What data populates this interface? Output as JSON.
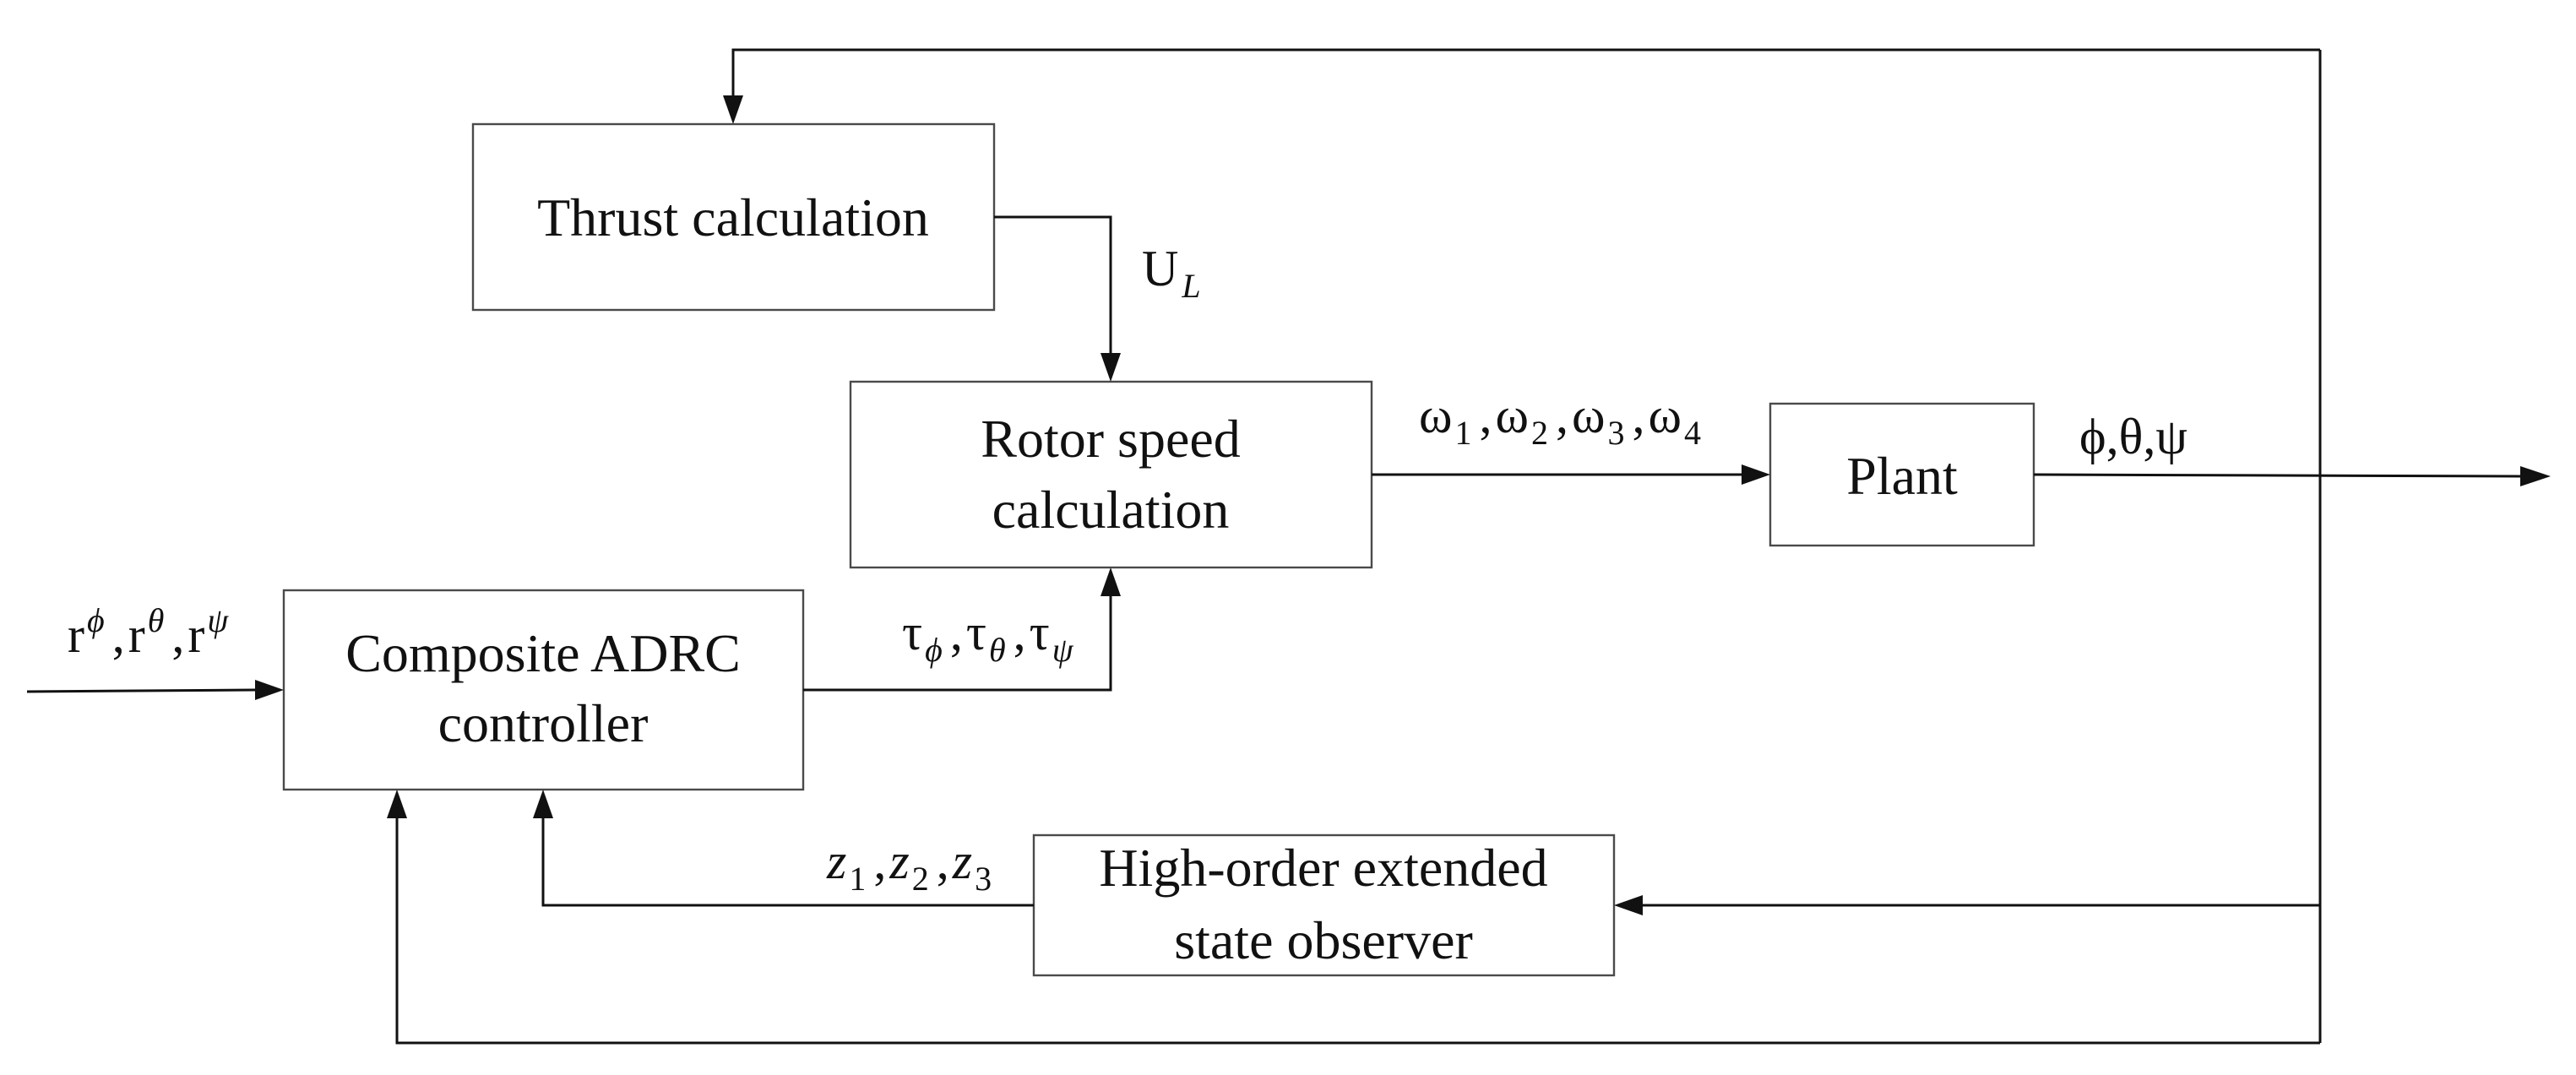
{
  "blocks": {
    "thrust": "Thrust calculation",
    "rotor_line1": "Rotor speed",
    "rotor_line2": "calculation",
    "plant": "Plant",
    "adrc_line1": "Composite ADRC",
    "adrc_line2": "controller",
    "heso_line1": "High-order extended",
    "heso_line2": "state observer"
  },
  "signals": {
    "thrust_out": {
      "base": "U",
      "sub": "L"
    },
    "rotor_speeds": {
      "symbol": "ω",
      "subs": [
        "1",
        "2",
        "3",
        "4"
      ],
      "separator": ","
    },
    "torques": {
      "symbol": "τ",
      "subs": [
        "ϕ",
        "θ",
        "ψ"
      ],
      "separator": ","
    },
    "attitude": {
      "text": "ϕ,θ,ψ"
    },
    "references": {
      "symbol": "r",
      "sups": [
        "ϕ",
        "θ",
        "ψ"
      ],
      "separator": ","
    },
    "observer_states": {
      "symbol": "z",
      "subs": [
        "1",
        "2",
        "3"
      ],
      "separator": ","
    }
  },
  "colors": {
    "line": "#111111",
    "box_border": "#4a4a4a",
    "background": "#ffffff"
  }
}
